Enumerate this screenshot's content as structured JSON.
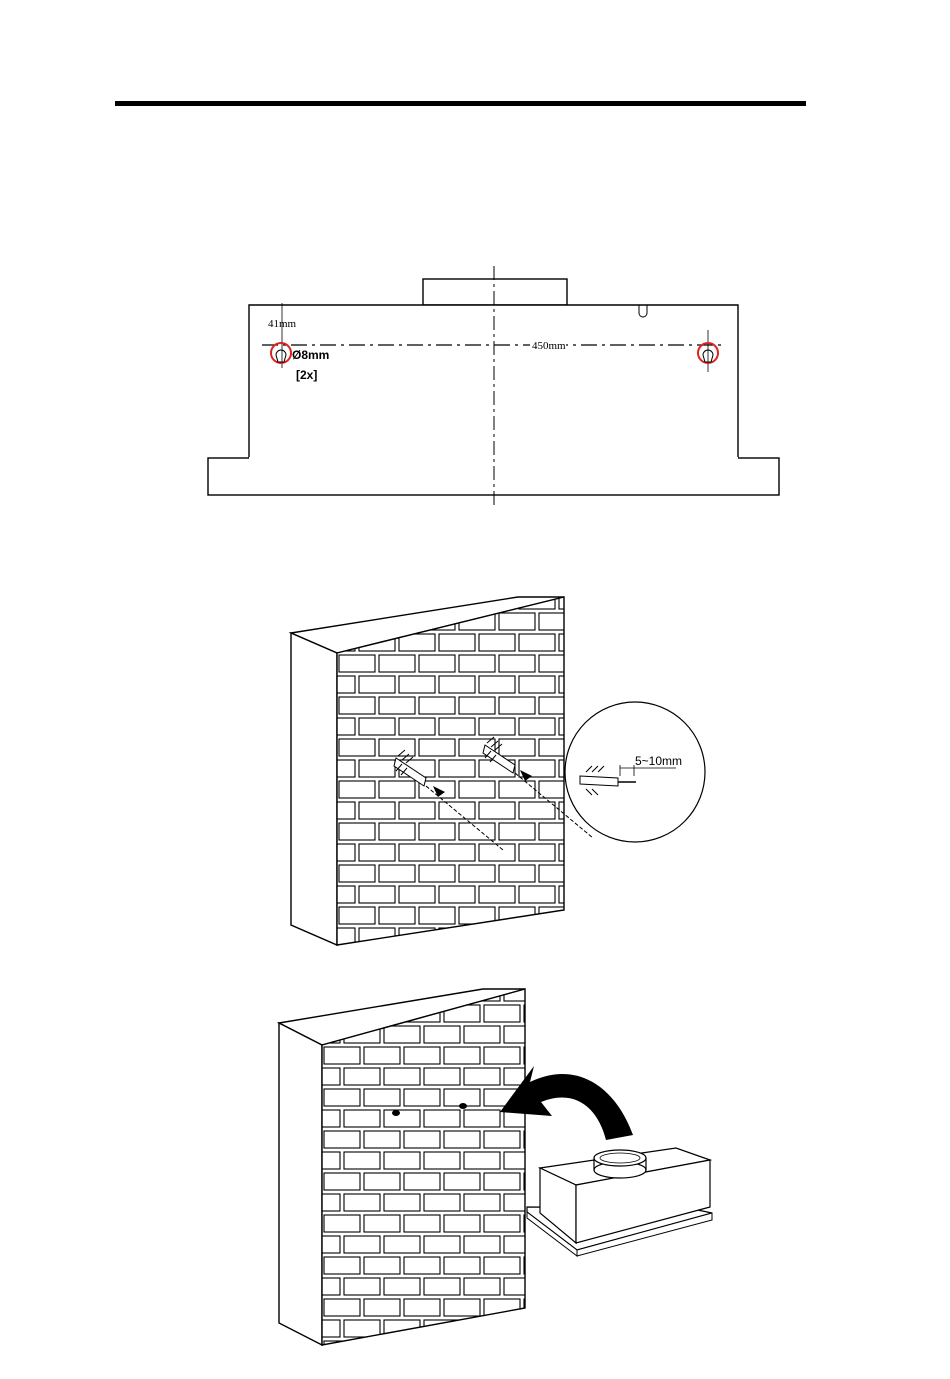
{
  "figure1": {
    "offset_label": "41mm",
    "hole_label": "Ø8mm",
    "count_label": "[2x]",
    "spacing_label": "450mm",
    "marker_color": "#e02020"
  },
  "figure2": {
    "depth_label": "5~10mm"
  },
  "figure3": {
    "arrow_icon": "curved-arrow-icon"
  }
}
